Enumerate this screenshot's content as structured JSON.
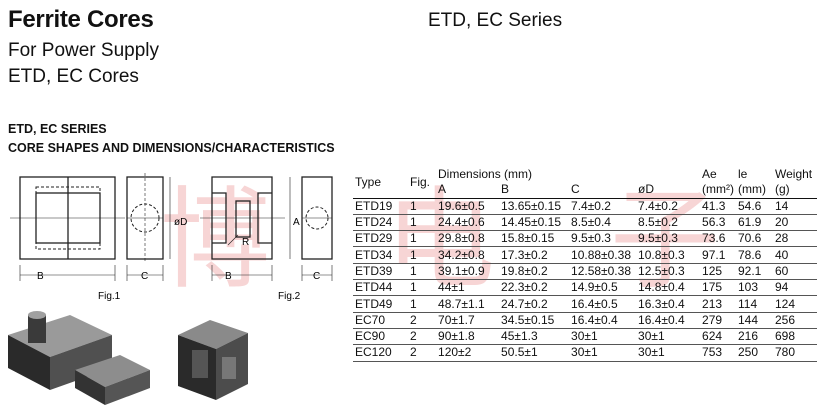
{
  "header": {
    "title": "Ferrite Cores",
    "subtitle1": "For Power Supply",
    "subtitle2": "ETD, EC Cores",
    "series": "ETD, EC Series"
  },
  "section": {
    "line1": "ETD, EC SERIES",
    "line2": "CORE SHAPES AND DIMENSIONS/CHARACTERISTICS"
  },
  "figures": {
    "fig1_label": "Fig.1",
    "fig2_label": "Fig.2",
    "dim_a": "A",
    "dim_b": "B",
    "dim_c": "C",
    "dim_d": "øD",
    "dim_r": "R"
  },
  "watermark": "博 电 子",
  "table": {
    "headers": {
      "type": "Type",
      "fig": "Fig.",
      "dimensions": "Dimensions (mm)",
      "a": "A",
      "b": "B",
      "c": "C",
      "d": "øD",
      "ae": "Ae",
      "ae_unit": "(mm²)",
      "le": "le",
      "le_unit": "(mm)",
      "weight": "Weight",
      "weight_unit": "(g)"
    },
    "rows": [
      {
        "type": "ETD19",
        "fig": "1",
        "a": "19.6±0.5",
        "b": "13.65±0.15",
        "c": "7.4±0.2",
        "d": "7.4±0.2",
        "ae": "41.3",
        "le": "54.6",
        "w": "14"
      },
      {
        "type": "ETD24",
        "fig": "1",
        "a": "24.4±0.6",
        "b": "14.45±0.15",
        "c": "8.5±0.4",
        "d": "8.5±0.2",
        "ae": "56.3",
        "le": "61.9",
        "w": "20"
      },
      {
        "type": "ETD29",
        "fig": "1",
        "a": "29.8±0.8",
        "b": "15.8±0.15",
        "c": "9.5±0.3",
        "d": "9.5±0.3",
        "ae": "73.6",
        "le": "70.6",
        "w": "28"
      },
      {
        "type": "ETD34",
        "fig": "1",
        "a": "34.2±0.8",
        "b": "17.3±0.2",
        "c": "10.88±0.38",
        "d": "10.8±0.3",
        "ae": "97.1",
        "le": "78.6",
        "w": "40"
      },
      {
        "type": "ETD39",
        "fig": "1",
        "a": "39.1±0.9",
        "b": "19.8±0.2",
        "c": "12.58±0.38",
        "d": "12.5±0.3",
        "ae": "125",
        "le": "92.1",
        "w": "60"
      },
      {
        "type": "ETD44",
        "fig": "1",
        "a": "44±1",
        "b": "22.3±0.2",
        "c": "14.9±0.5",
        "d": "14.8±0.4",
        "ae": "175",
        "le": "103",
        "w": "94"
      },
      {
        "type": "ETD49",
        "fig": "1",
        "a": "48.7±1.1",
        "b": "24.7±0.2",
        "c": "16.4±0.5",
        "d": "16.3±0.4",
        "ae": "213",
        "le": "114",
        "w": "124"
      },
      {
        "type": "EC70",
        "fig": "2",
        "a": "70±1.7",
        "b": "34.5±0.15",
        "c": "16.4±0.4",
        "d": "16.4±0.4",
        "ae": "279",
        "le": "144",
        "w": "256"
      },
      {
        "type": "EC90",
        "fig": "2",
        "a": "90±1.8",
        "b": "45±1.3",
        "c": "30±1",
        "d": "30±1",
        "ae": "624",
        "le": "216",
        "w": "698"
      },
      {
        "type": "EC120",
        "fig": "2",
        "a": "120±2",
        "b": "50.5±1",
        "c": "30±1",
        "d": "30±1",
        "ae": "753",
        "le": "250",
        "w": "780"
      }
    ]
  }
}
